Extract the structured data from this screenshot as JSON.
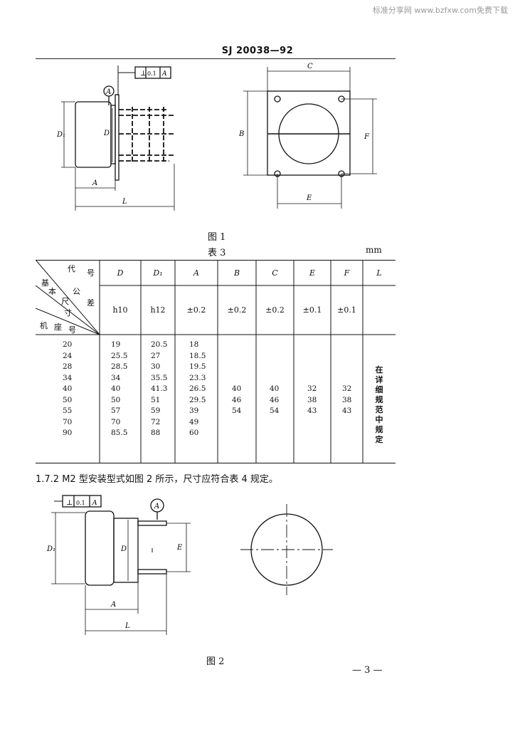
{
  "watermark": "标准分享网 www.bzfxw.com免费下载",
  "standard_no": "SJ 20038—92",
  "figure1": {
    "caption": "图 1",
    "labels": {
      "D1": "D₁",
      "D": "D",
      "A": "A",
      "L": "L",
      "C": "C",
      "B": "B",
      "F": "F",
      "E": "E",
      "datum": "A",
      "tol_symbol": "⊥",
      "tol_value": "0.1",
      "tol_datum": "A"
    }
  },
  "table": {
    "title": "表 3",
    "unit": "mm",
    "header": {
      "diag_labels": [
        "代",
        "号",
        "基",
        "本",
        "公",
        "尺",
        "差",
        "寸",
        "机",
        "座",
        "号"
      ],
      "columns": [
        "D",
        "D₁",
        "A",
        "B",
        "C",
        "E",
        "F",
        "L"
      ],
      "tolerances": [
        "h10",
        "h12",
        "±0.2",
        "±0.2",
        "±0.2",
        "±0.1",
        "±0.1",
        ""
      ]
    },
    "frame_sizes": [
      "20",
      "24",
      "28",
      "34",
      "40",
      "50",
      "55",
      "70",
      "90"
    ],
    "D": [
      "19",
      "25.5",
      "28.5",
      "34",
      "40",
      "50",
      "57",
      "70",
      "85.5"
    ],
    "D1": [
      "20.5",
      "27",
      "30",
      "35.5",
      "41.3",
      "51",
      "59",
      "72",
      "88"
    ],
    "A": [
      "18",
      "18.5",
      "19.5",
      "23.3",
      "26.5",
      "29.5",
      "39",
      "49",
      "60"
    ],
    "B": [
      "40",
      "46",
      "54"
    ],
    "C": [
      "40",
      "46",
      "54"
    ],
    "E": [
      "32",
      "38",
      "43"
    ],
    "F": [
      "32",
      "38",
      "43"
    ],
    "L_note": "在详细规范中规定"
  },
  "paragraph": "1.7.2  M2 型安装型式如图 2 所示，尺寸应符合表 4 规定。",
  "figure2": {
    "caption": "图 2",
    "labels": {
      "D1": "D₁",
      "D": "D",
      "E": "E",
      "A": "A",
      "L": "L",
      "datum": "A",
      "tol_symbol": "⊥",
      "tol_value": "0.1",
      "tol_datum": "A"
    }
  },
  "page_number": "— 3 —"
}
